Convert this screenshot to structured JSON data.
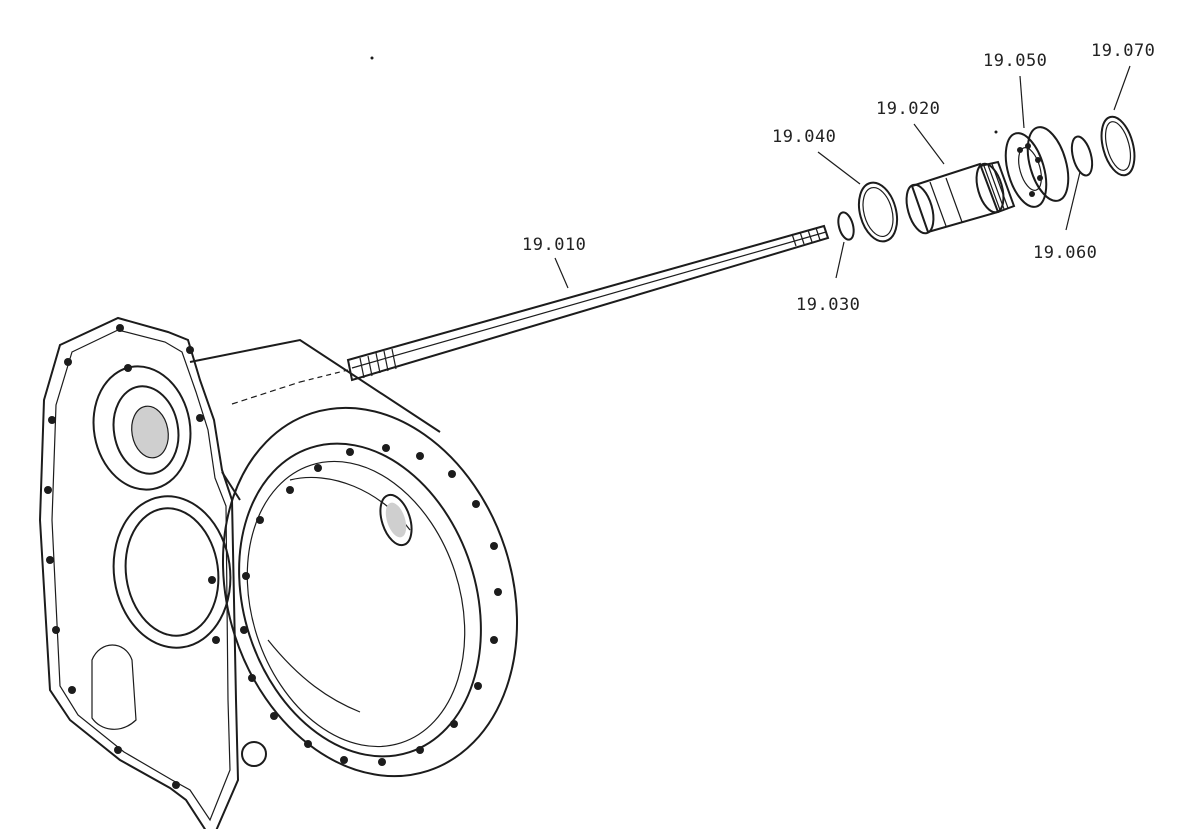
{
  "diagram": {
    "parts": [
      {
        "id": "19.010",
        "label": "19.010",
        "desc": "shaft"
      },
      {
        "id": "19.020",
        "label": "19.020",
        "desc": "hub"
      },
      {
        "id": "19.030",
        "label": "19.030",
        "desc": "small ring"
      },
      {
        "id": "19.040",
        "label": "19.040",
        "desc": "ring"
      },
      {
        "id": "19.050",
        "label": "19.050",
        "desc": "bearing"
      },
      {
        "id": "19.060",
        "label": "19.060",
        "desc": "small ring"
      },
      {
        "id": "19.070",
        "label": "19.070",
        "desc": "ring"
      }
    ]
  },
  "colors": {
    "ink": "#1c1c1c",
    "shade": "#cfcfcf",
    "background": "#ffffff"
  }
}
